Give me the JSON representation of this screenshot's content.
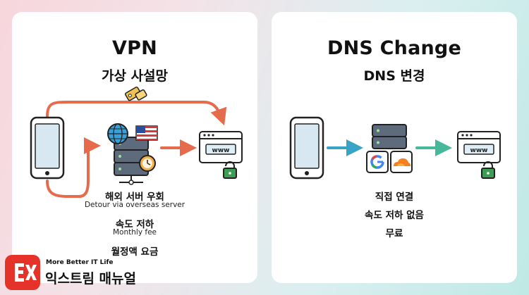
{
  "vpn": {
    "title": "VPN",
    "subtitle": "가상 사설망",
    "features": [
      {
        "ko": "해외 서버 우회",
        "en": "Detour via overseas server"
      },
      {
        "ko": "속도 저하",
        "en": "Monthly fee"
      },
      {
        "ko": "월정액 요금",
        "en": ""
      }
    ],
    "url_text": "www"
  },
  "dns": {
    "title": "DNS Change",
    "subtitle": "DNS 변경",
    "features": [
      "직접 연결",
      "속도 저하 없음",
      "무료"
    ],
    "url_text": "www"
  },
  "brand": {
    "tagline": "More Better IT Life",
    "name": "익스트림 매뉴얼"
  },
  "colors": {
    "vpn_arrow": "#e56b4c",
    "dns_arrow_in": "#38a3c4",
    "dns_arrow_out": "#45b99a",
    "brand": "#e6332a",
    "lock": "#3e9e55"
  }
}
